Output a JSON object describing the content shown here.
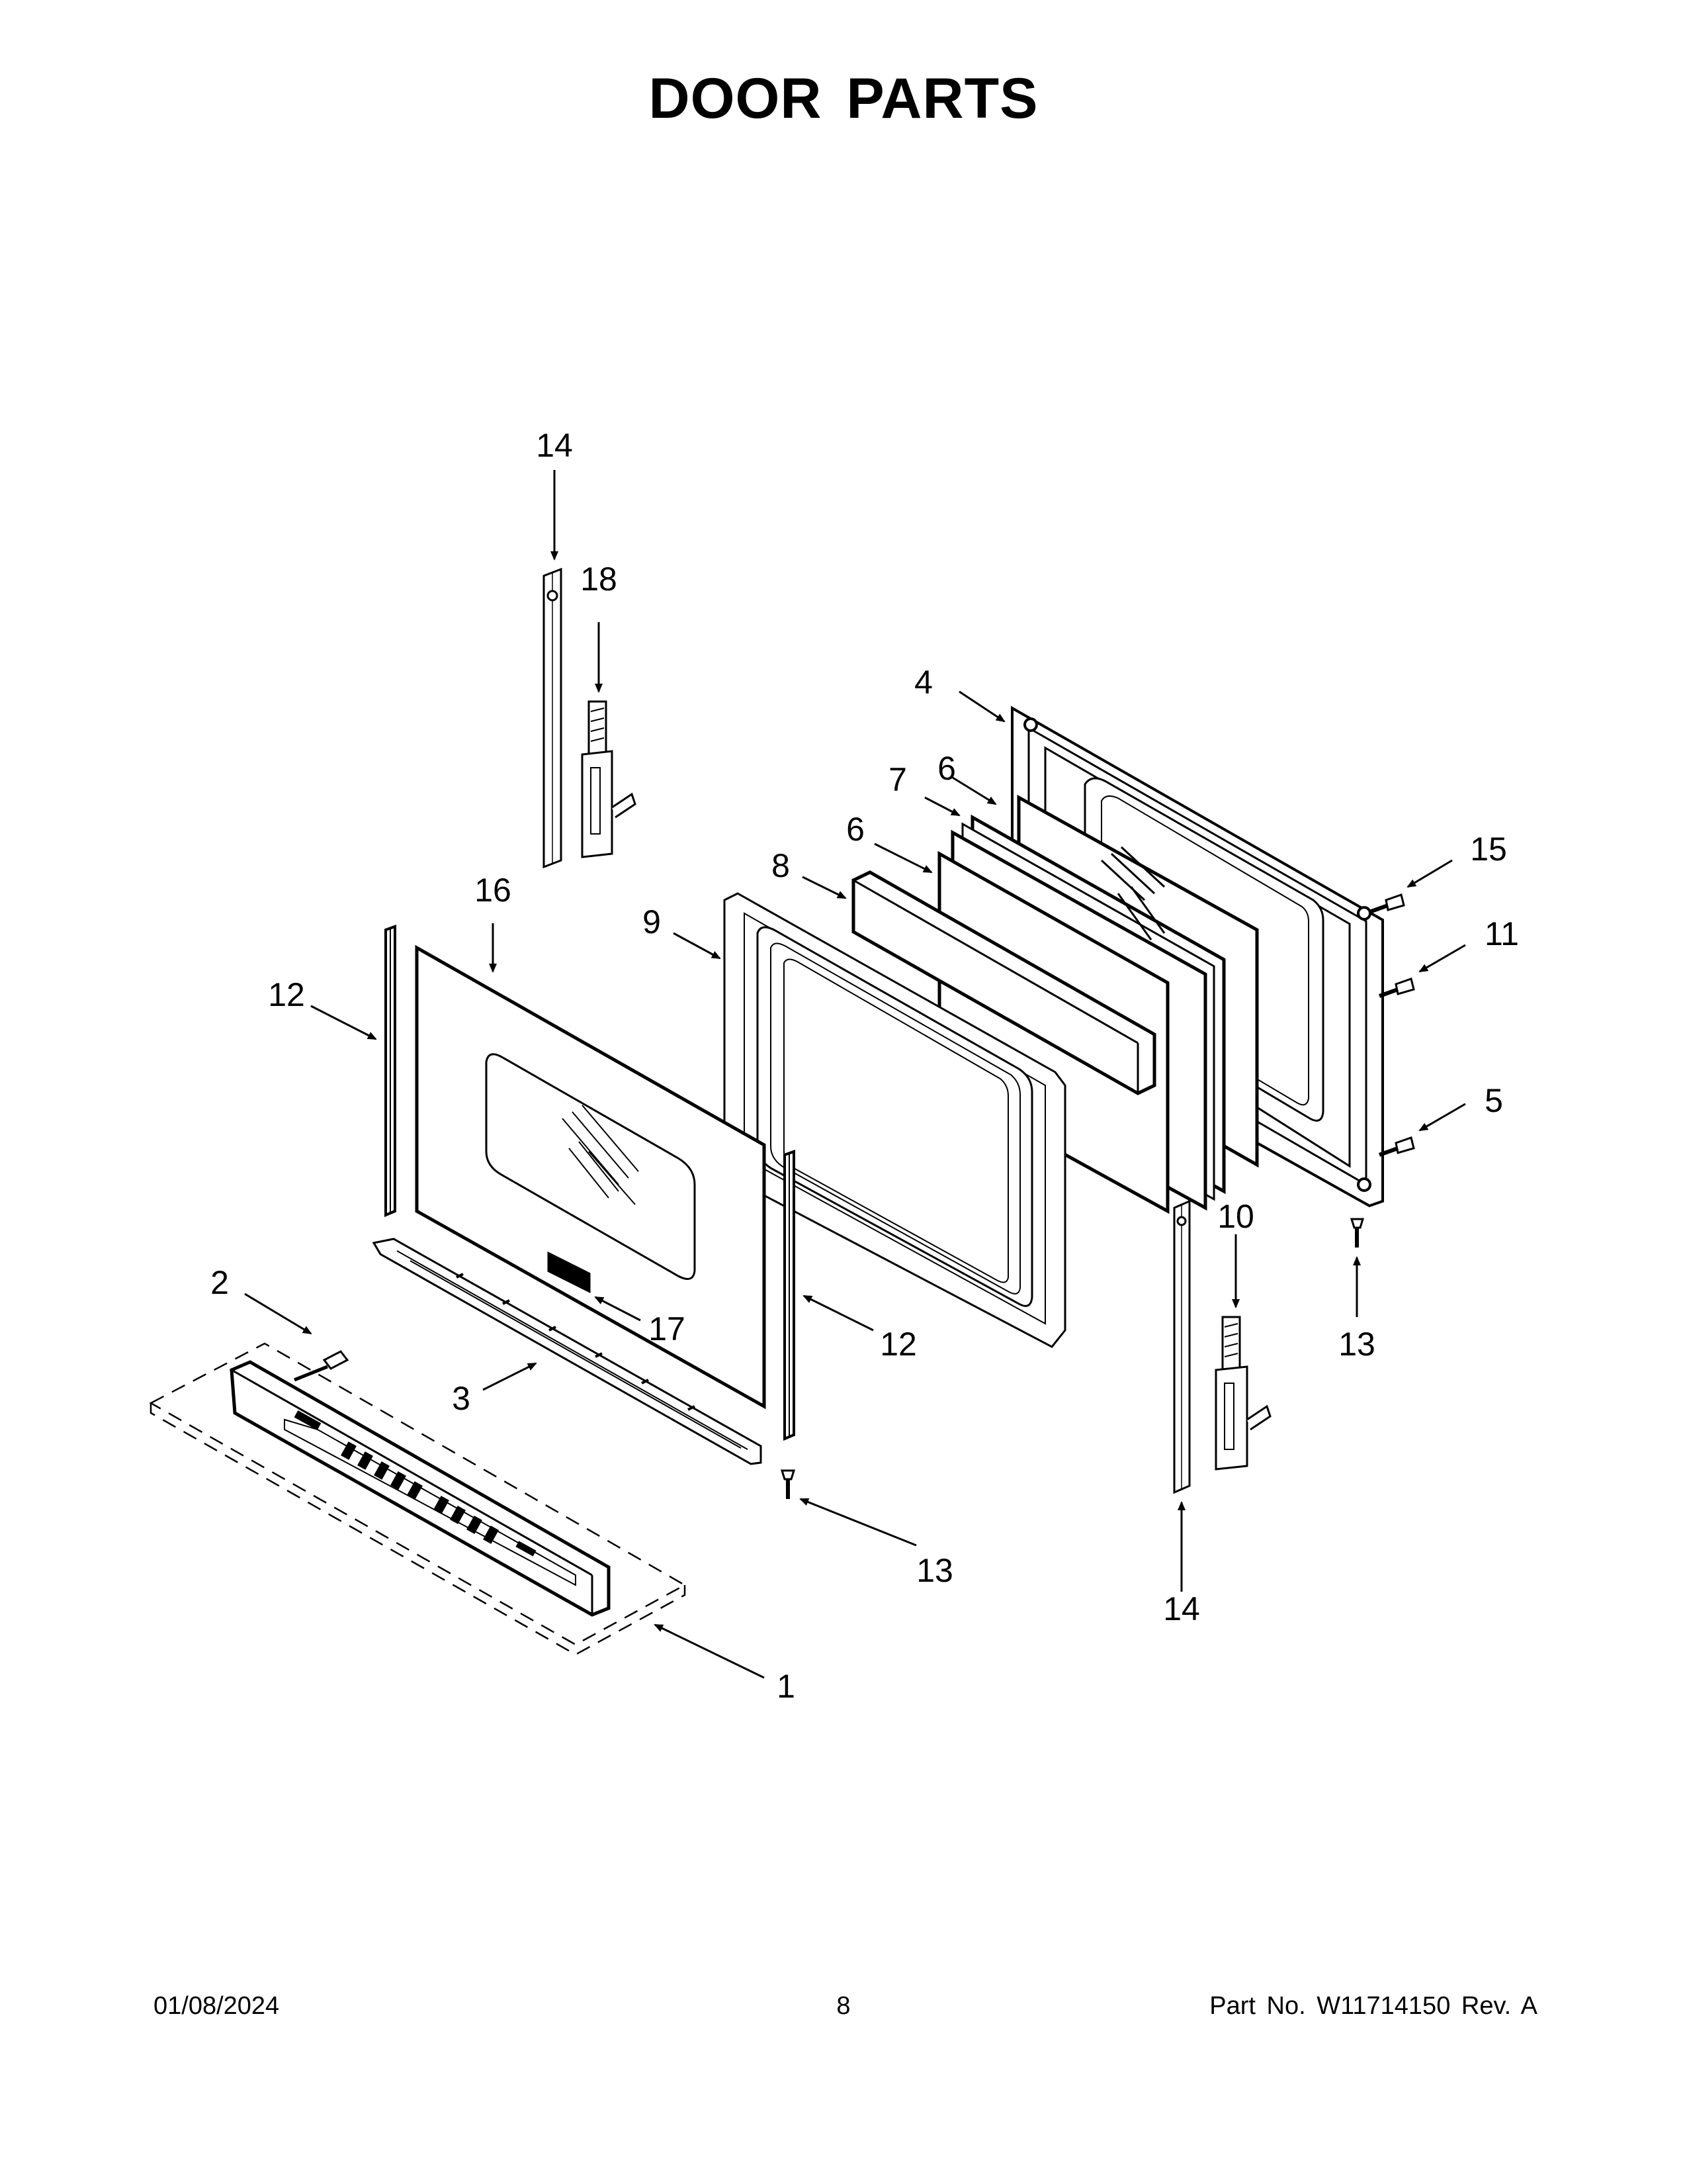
{
  "title": "DOOR PARTS",
  "callouts": {
    "c1": "1",
    "c2": "2",
    "c3": "3",
    "c4": "4",
    "c5": "5",
    "c6a": "6",
    "c6b": "6",
    "c7": "7",
    "c8": "8",
    "c9": "9",
    "c10": "10",
    "c11": "11",
    "c12a": "12",
    "c12b": "12",
    "c13a": "13",
    "c13b": "13",
    "c14a": "14",
    "c14b": "14",
    "c15": "15",
    "c16": "16",
    "c17": "17",
    "c18": "18"
  },
  "footer": {
    "date": "01/08/2024",
    "page": "8",
    "part_number": "Part No.  W11714150  Rev.  A"
  }
}
